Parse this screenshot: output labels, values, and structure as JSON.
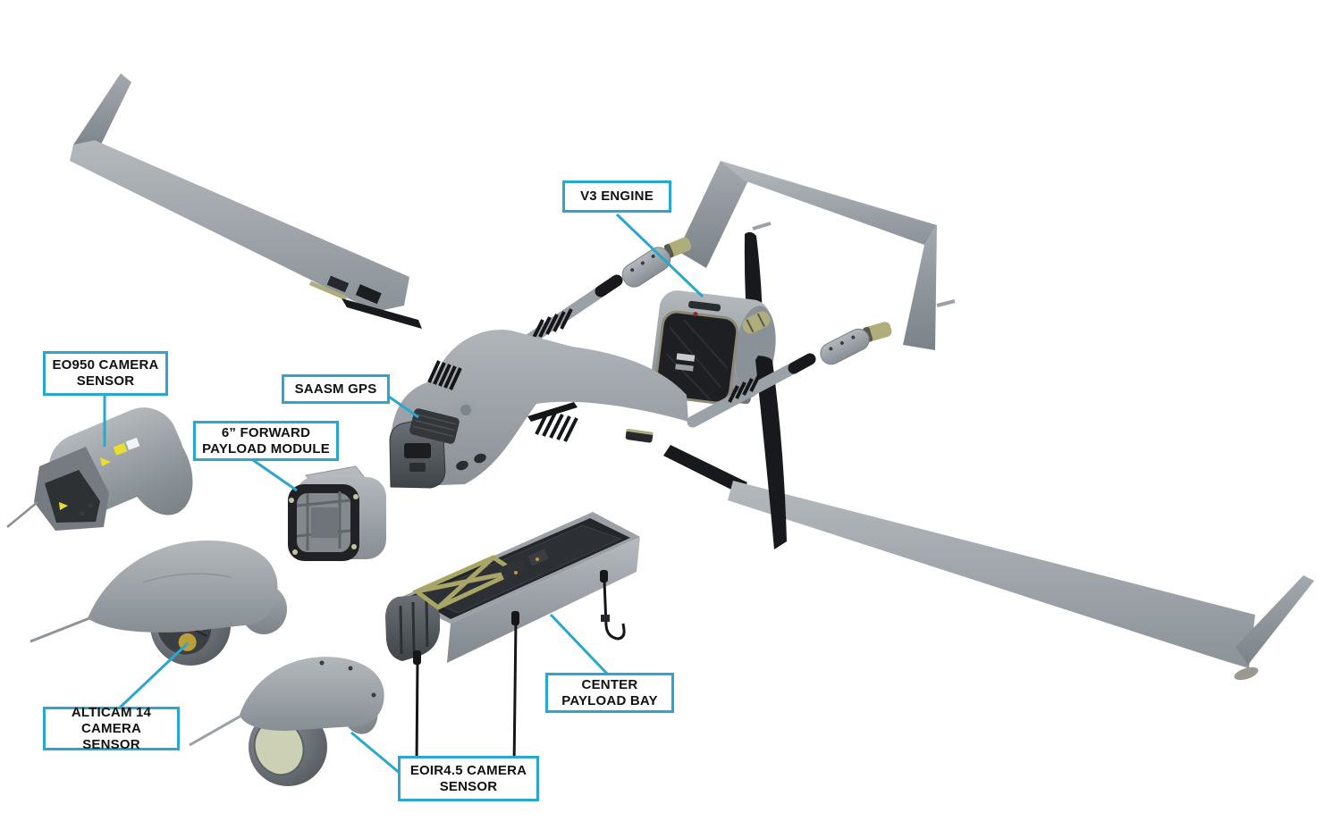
{
  "colors": {
    "accent": "#2aa7cd",
    "airframe-gray": "#9aa1a7",
    "airframe-dark": "#6e757b",
    "near-black": "#17191c",
    "olive": "#b0ad7c",
    "label-text": "#111111",
    "background": "#ffffff"
  },
  "diagram": {
    "callouts": [
      {
        "id": "eo950",
        "text": "EO950 CAMERA\nSENSOR"
      },
      {
        "id": "saasm",
        "text": "SAASM GPS"
      },
      {
        "id": "fwd-module",
        "text": "6” FORWARD\nPAYLOAD MODULE"
      },
      {
        "id": "v3-engine",
        "text": "V3 ENGINE"
      },
      {
        "id": "alticam",
        "text": "ALTICAM 14\nCAMERA SENSOR"
      },
      {
        "id": "eoir",
        "text": "EOIR4.5 CAMERA\nSENSOR"
      },
      {
        "id": "center-bay",
        "text": "CENTER\nPAYLOAD BAY"
      }
    ]
  }
}
